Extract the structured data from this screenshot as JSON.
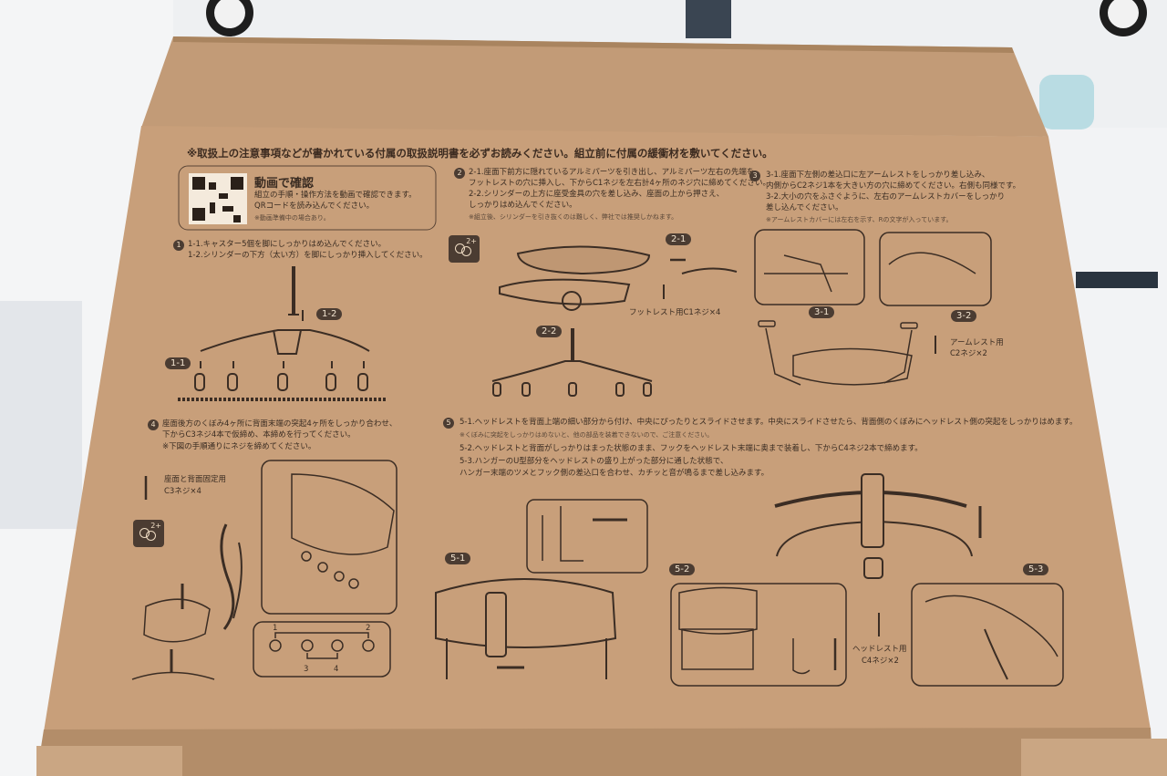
{
  "box": {
    "warning": "※取扱上の注意事項などが書かれている付属の取扱説明書を必ずお読みください。組立前に付属の緩衝材を敷いてください。",
    "video": {
      "title": "動画で確認",
      "line1": "組立の手順・操作方法を動画で確認できます。",
      "line2": "QRコードを読み込んでください。",
      "note": "※動画準備中の場合あり。"
    },
    "step1": {
      "num": "1",
      "line1": "1-1.キャスター5個を脚にしっかりはめ込んでください。",
      "line2": "1-2.シリンダーの下方（太い方）を脚にしっかり挿入してください。",
      "badge_a": "1-1",
      "badge_b": "1-2"
    },
    "step2": {
      "num": "2",
      "line1": "2-1.座面下前方に隠れているアルミパーツを引き出し、アルミパーツ左右の先端を",
      "line2": "フットレストの穴に挿入し、下からC1ネジを左右計4ヶ所のネジ穴に締めてください。",
      "line3": "2-2.シリンダーの上方に座受金具の穴を差し込み、座面の上から押さえ、",
      "line4": "しっかりはめ込んでください。",
      "note": "※組立後、シリンダーを引き抜くのは難しく、弊社では推奨しかねます。",
      "badge_a": "2-1",
      "badge_b": "2-2",
      "screw": "フットレスト用C1ネジ×4"
    },
    "step3": {
      "num": "3",
      "line1": "3-1.座面下左側の差込口に左アームレストをしっかり差し込み、",
      "line2": "内側からC2ネジ1本を大きい方の穴に締めてください。右側も同様です。",
      "line3": "3-2.大小の穴をふさぐように、左右のアームレストカバーをしっかり",
      "line4": "差し込んでください。",
      "note": "※アームレストカバーには左右を示す、Rの文字が入っています。",
      "badge_a": "3-1",
      "badge_b": "3-2",
      "screw_line1": "アームレスト用",
      "screw_line2": "C2ネジ×2"
    },
    "step4": {
      "num": "4",
      "line1": "座面後方のくぼみ4ヶ所に背面末端の突起4ヶ所をしっかり合わせ、",
      "line2": "下からC3ネジ4本で仮締め、本締めを行ってください。",
      "line3": "※下図の手順通りにネジを締めてください。",
      "screw_line1": "座面と背面固定用",
      "screw_line2": "C3ネジ×4",
      "order": [
        "1",
        "2",
        "3",
        "4"
      ]
    },
    "step5": {
      "num": "5",
      "line1": "5-1.ヘッドレストを背面上端の細い部分から付け、中央にぴったりとスライドさせます。中央にスライドさせたら、背面側のくぼみにヘッドレスト側の突起をしっかりはめます。",
      "line2": "※くぼみに突起をしっかりはめないと、他の部品を装着できないので、ご注意ください。",
      "line3": "5-2.ヘッドレストと背面がしっかりはまった状態のまま、フックをヘッドレスト末端に奥まで装着し、下からC4ネジ2本で締めます。",
      "line4": "5-3.ハンガーのU型部分をヘッドレストの盛り上がった部分に通した状態で、",
      "line5": "ハンガー末端のツメとフック側の差込口を合わせ、カチッと音が鳴るまで差し込みます。",
      "badge_a": "5-1",
      "badge_b": "5-2",
      "badge_c": "5-3",
      "screw_line1": "ヘッドレスト用",
      "screw_line2": "C4ネジ×2",
      "two_plus": "2+"
    }
  }
}
